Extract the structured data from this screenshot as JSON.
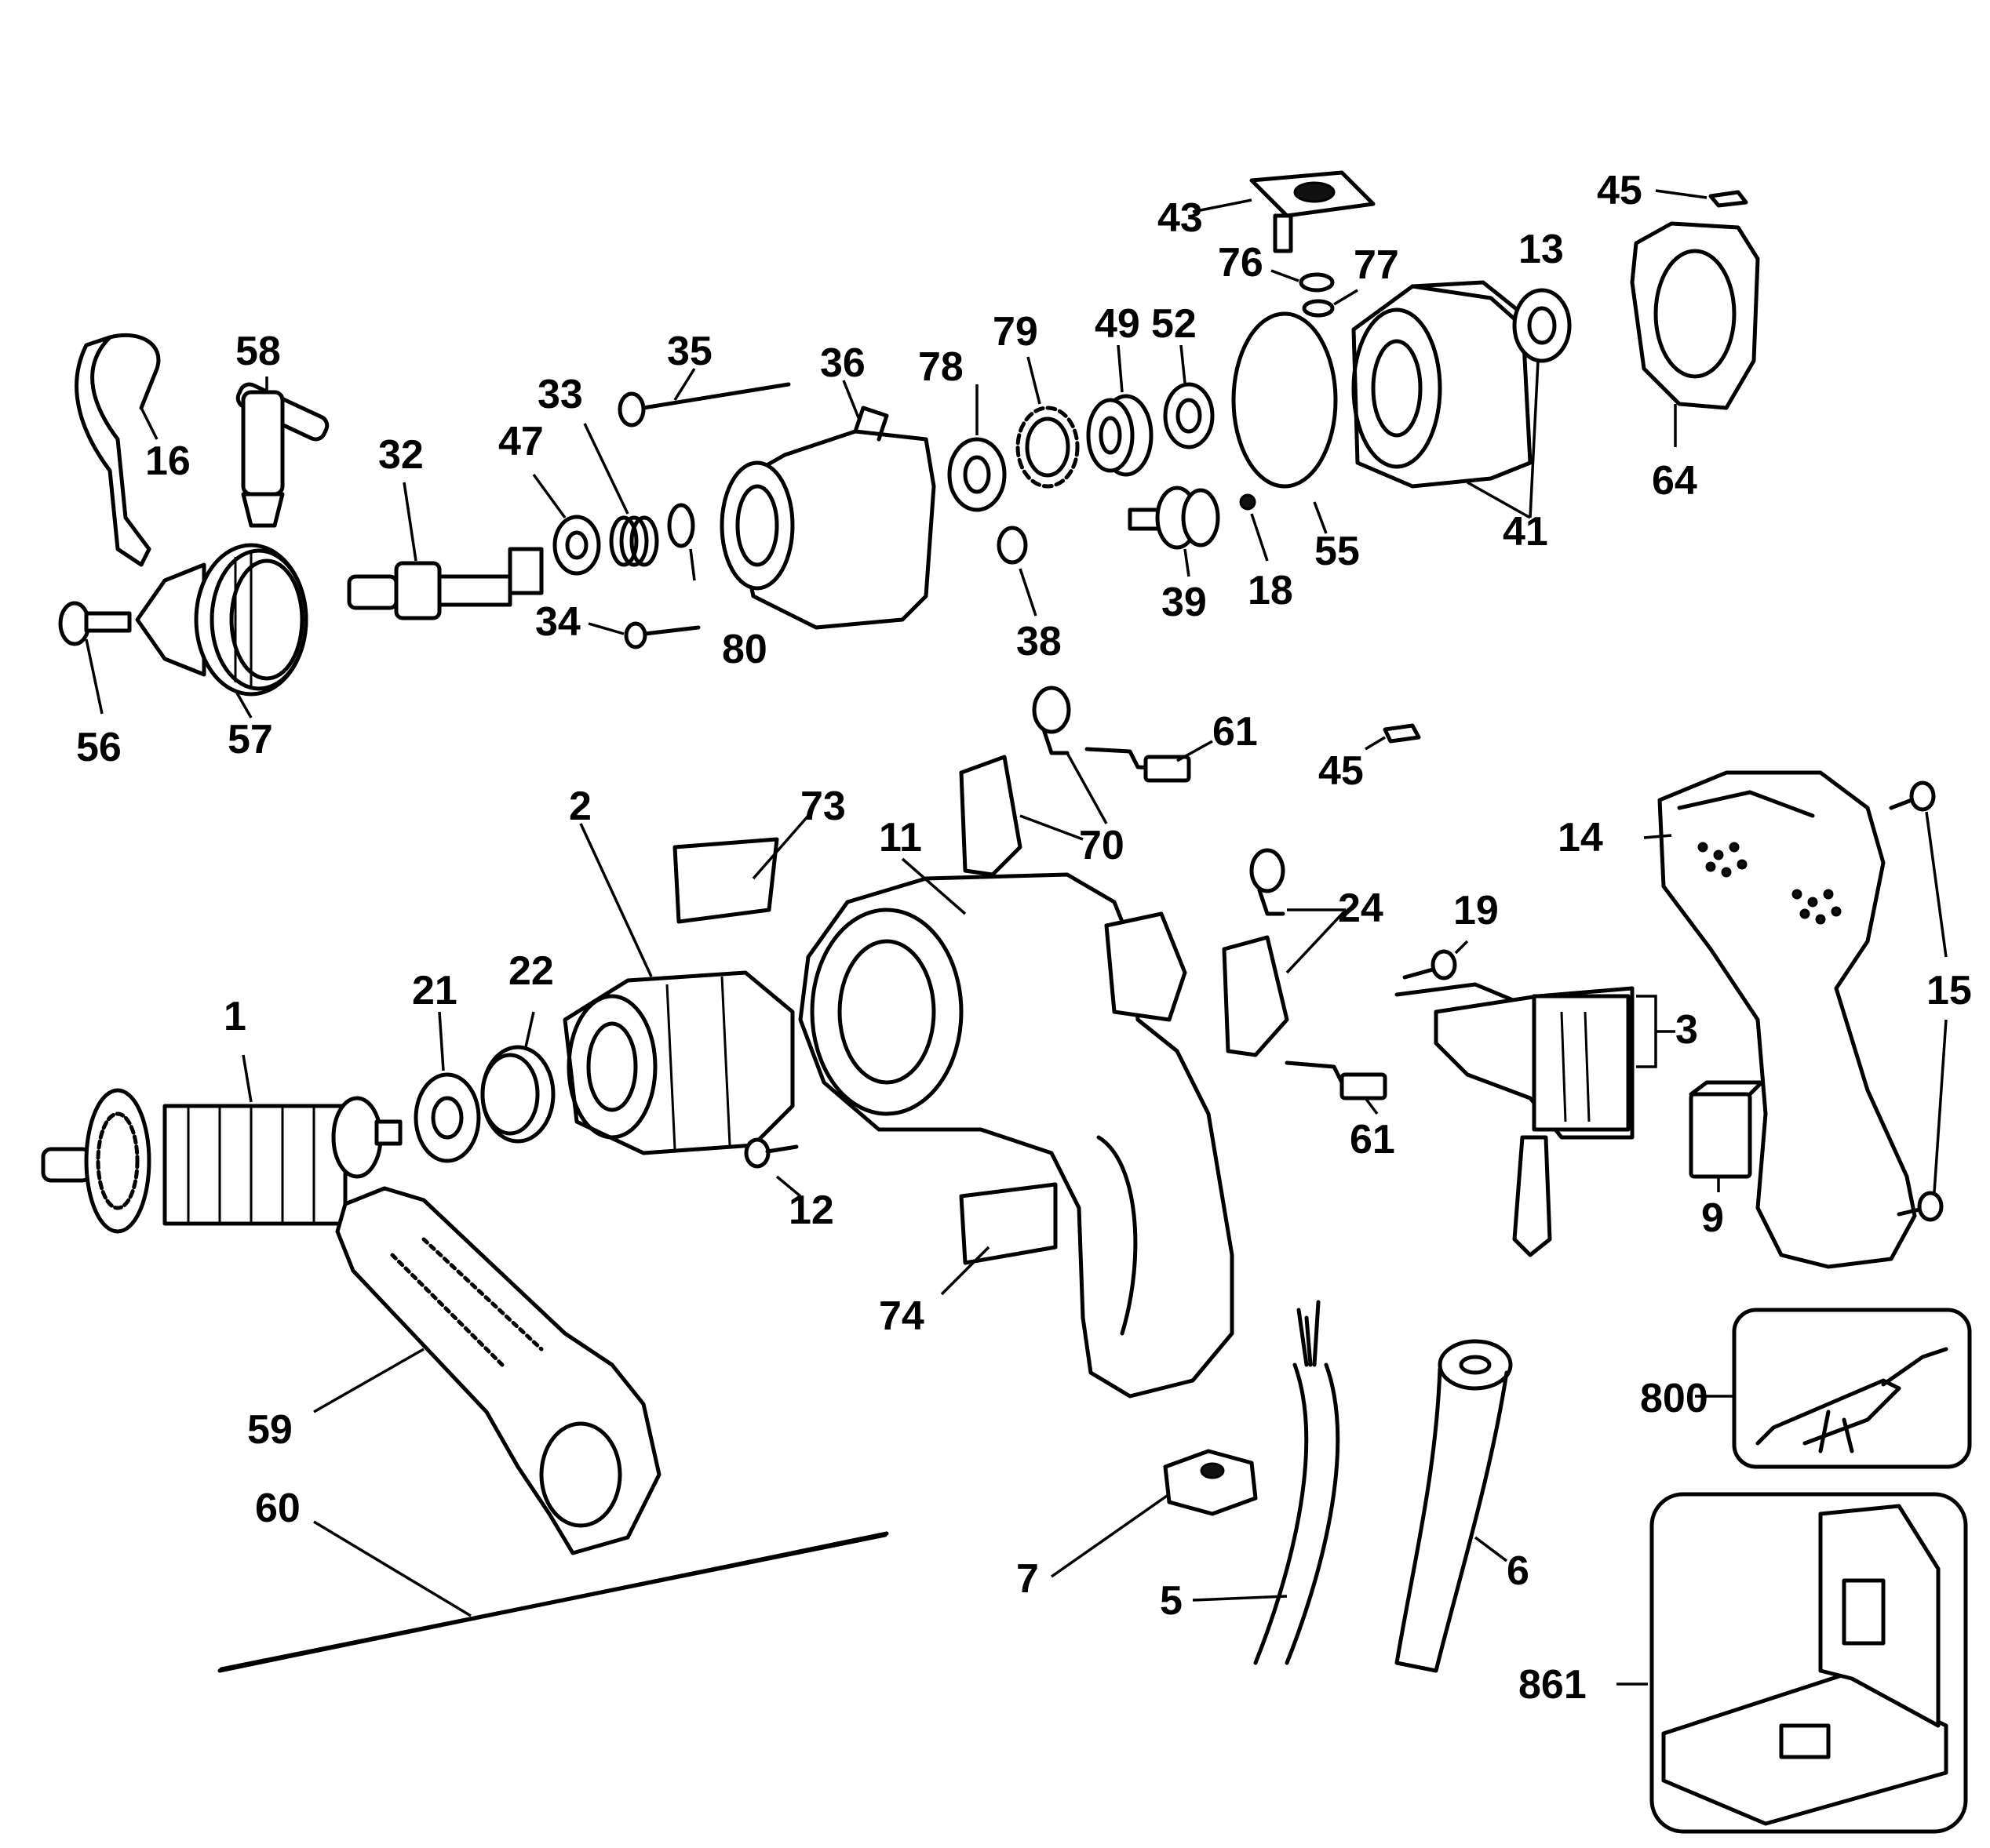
{
  "labels": {
    "p1": "1",
    "p2": "2",
    "p3": "3",
    "p5": "5",
    "p6": "6",
    "p7": "7",
    "p9": "9",
    "p11": "11",
    "p12": "12",
    "p13": "13",
    "p14": "14",
    "p15": "15",
    "p16": "16",
    "p18": "18",
    "p19": "19",
    "p21": "21",
    "p22": "22",
    "p24": "24",
    "p32": "32",
    "p33": "33",
    "p34": "34",
    "p35": "35",
    "p36": "36",
    "p38": "38",
    "p39": "39",
    "p41": "41",
    "p43": "43",
    "p45a": "45",
    "p45b": "45",
    "p47": "47",
    "p49": "49",
    "p52": "52",
    "p55": "55",
    "p56": "56",
    "p57": "57",
    "p58": "58",
    "p59": "59",
    "p60": "60",
    "p61a": "61",
    "p61b": "61",
    "p64": "64",
    "p70": "70",
    "p73": "73",
    "p74": "74",
    "p76": "76",
    "p77": "77",
    "p78": "78",
    "p79": "79",
    "p80": "80",
    "p800": "800",
    "p861": "861"
  }
}
